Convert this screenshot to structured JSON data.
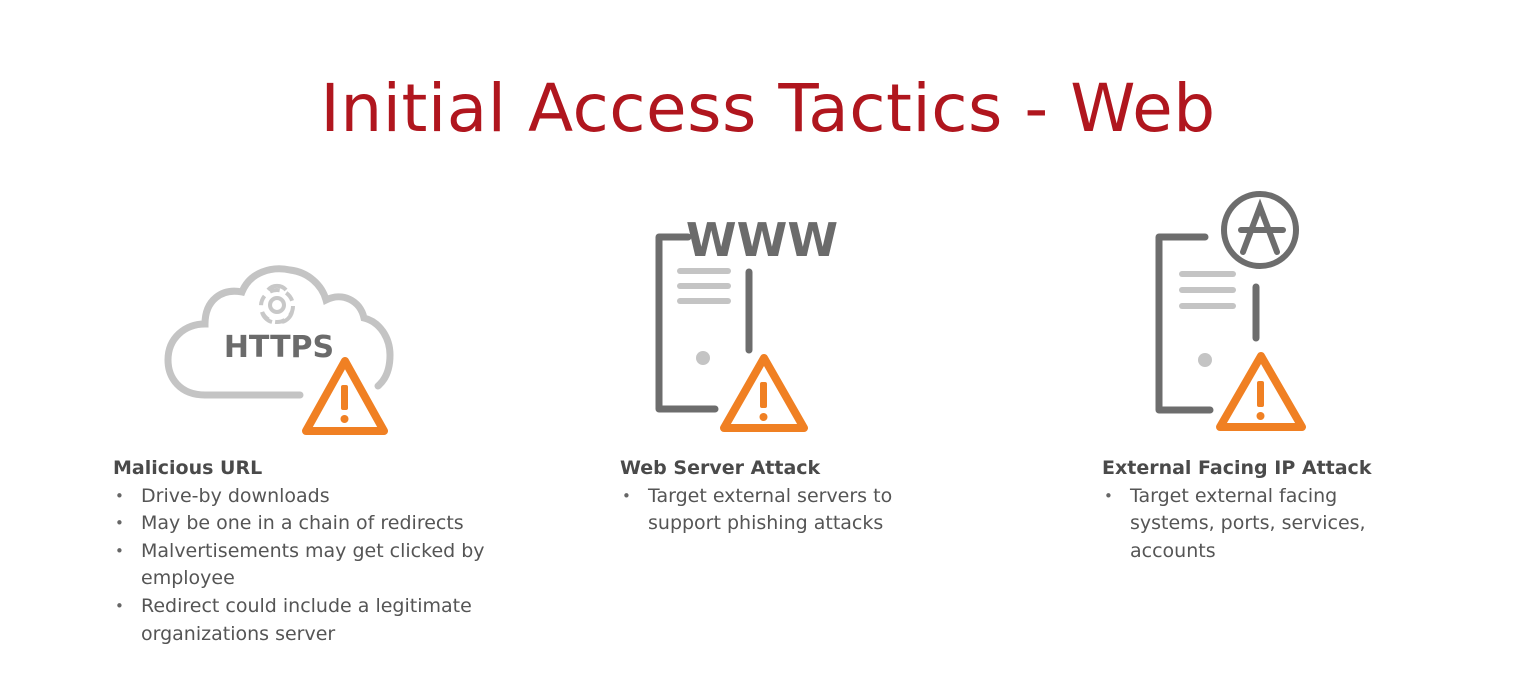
{
  "title": "Initial Access Tactics - Web",
  "colors": {
    "title": "#b0161e",
    "warning": "#f08023",
    "icon_dark": "#6d6d6d",
    "icon_light": "#c4c4c4"
  },
  "columns": [
    {
      "icon_label": "HTTPS",
      "heading": "Malicious URL",
      "items": [
        "Drive-by downloads",
        "May be one in a chain of redirects",
        "Malvertisements may get clicked by employee",
        "Redirect could include a legitimate organizations server"
      ]
    },
    {
      "icon_label": "WWW",
      "heading": "Web Server Attack",
      "items": [
        "Target external servers to support phishing attacks"
      ]
    },
    {
      "heading": "External Facing IP Attack",
      "items": [
        "Target external facing systems, ports, services, accounts"
      ]
    }
  ]
}
